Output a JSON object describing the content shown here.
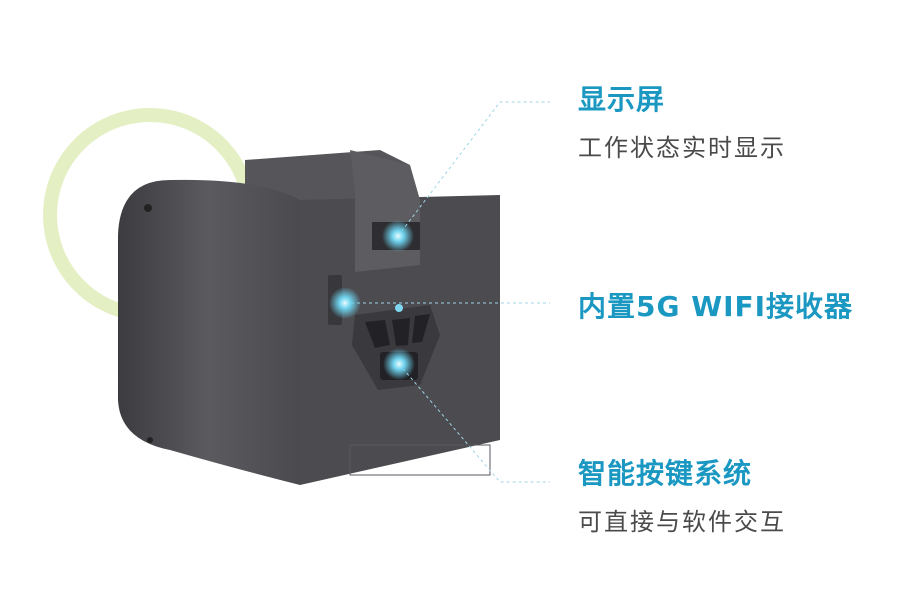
{
  "features": [
    {
      "title": "显示屏",
      "subtitle": "工作状态实时显示"
    },
    {
      "title": "内置5G WIFI接收器"
    },
    {
      "title": "智能按键系统",
      "subtitle": "可直接与软件交互"
    }
  ],
  "colors": {
    "accent": "#1a98c2",
    "ring": "#e4efc4",
    "device": "#4b4b50",
    "text": "#4a4a4a"
  }
}
